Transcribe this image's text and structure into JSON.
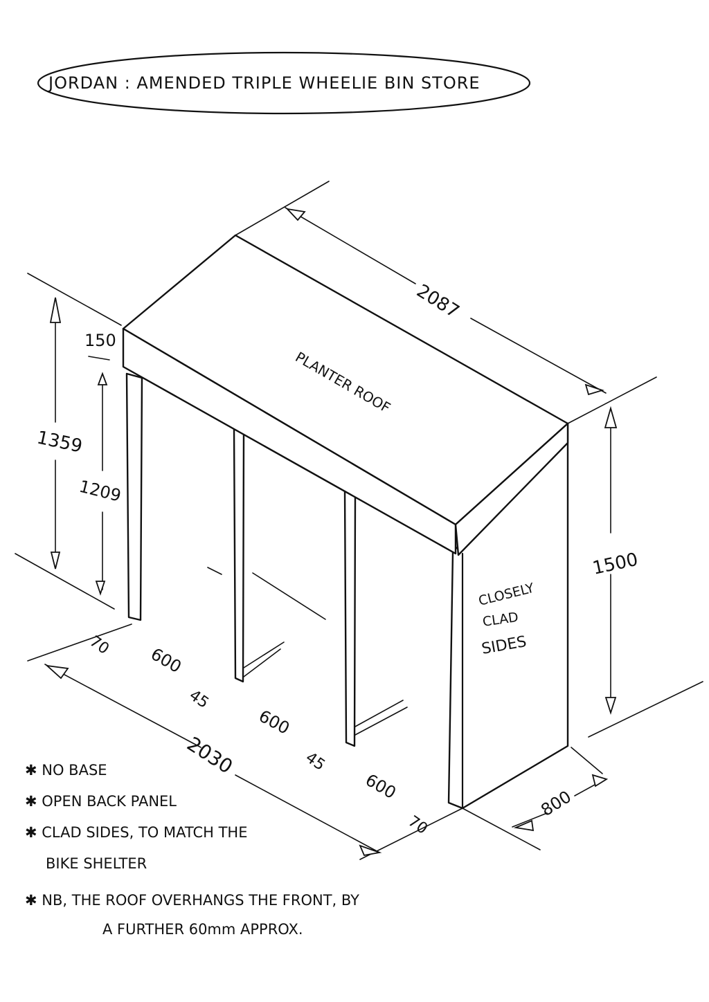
{
  "title": "JORDAN : AMENDED TRIPLE WHEELIE BIN STORE",
  "labels": {
    "roof": "PLANTER ROOF",
    "sides_1": "CLOSELY",
    "sides_2": "CLAD",
    "sides_3": "SIDES"
  },
  "dimensions": {
    "top_length": "2087",
    "roof_depth": "150",
    "total_height": "1359",
    "inner_height": "1209",
    "back_height": "1500",
    "base_length": "2030",
    "post_left": "70",
    "post_right": "70",
    "bay_1": "600",
    "bay_2": "600",
    "bay_3": "600",
    "gap_1": "45",
    "gap_2": "45",
    "depth": "800"
  },
  "notes": [
    "✱ NO BASE",
    "✱ OPEN BACK PANEL",
    "✱ CLAD SIDES, TO MATCH THE",
    "BIKE SHELTER",
    "✱ NB, THE ROOF OVERHANGS THE FRONT, BY",
    "A FURTHER 60mm APPROX."
  ]
}
